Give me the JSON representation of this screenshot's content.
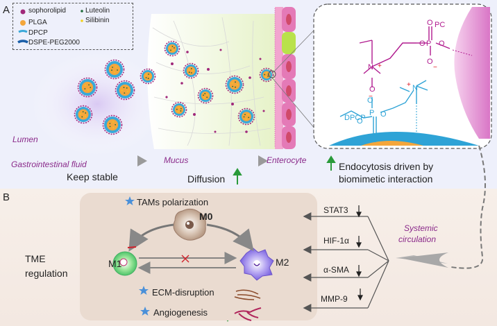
{
  "panels": {
    "a": "A",
    "b": "B"
  },
  "legend": {
    "sophorolipid": "sophorolipid",
    "plga": "PLGA",
    "dpcp": "DPCP",
    "dspe": "DSPE-PEG2000",
    "luteolin": "Luteolin",
    "silibinin": "Silibinin"
  },
  "panel_a": {
    "lumen": "Lumen",
    "gi_fluid": "Gastrointestinal fluid",
    "keep_stable": "Keep stable",
    "mucus": "Mucus",
    "diffusion": "Diffusion",
    "enterocyte": "Enterocyte",
    "endocytosis_1": "Endocytosis driven by",
    "endocytosis_2": "biomimetic interaction",
    "pc": "PC",
    "dpcp": "DPCP"
  },
  "panel_b": {
    "tams": "TAMs polarization",
    "m0": "M0",
    "m1": "M1",
    "m2": "M2",
    "tme_1": "TME",
    "tme_2": "regulation",
    "ecm": "ECM-disruption",
    "angio": "Angiogenesis",
    "stat3": "STAT3",
    "hif": "HIF-1α",
    "sma": "α-SMA",
    "mmp": "MMP-9",
    "systemic_1": "Systemic",
    "systemic_2": "circulation"
  },
  "colors": {
    "sophorolipid": "#a0287a",
    "plga": "#f4a63b",
    "dpcp": "#3aa8d8",
    "dspe": "#1b5fa8",
    "luteolin": "#1f6b3a",
    "silibinin": "#f2d11c",
    "magenta_struct": "#b01a8e",
    "cyan_struct": "#2ea3d6",
    "green_arrow": "#2a9a3a"
  }
}
